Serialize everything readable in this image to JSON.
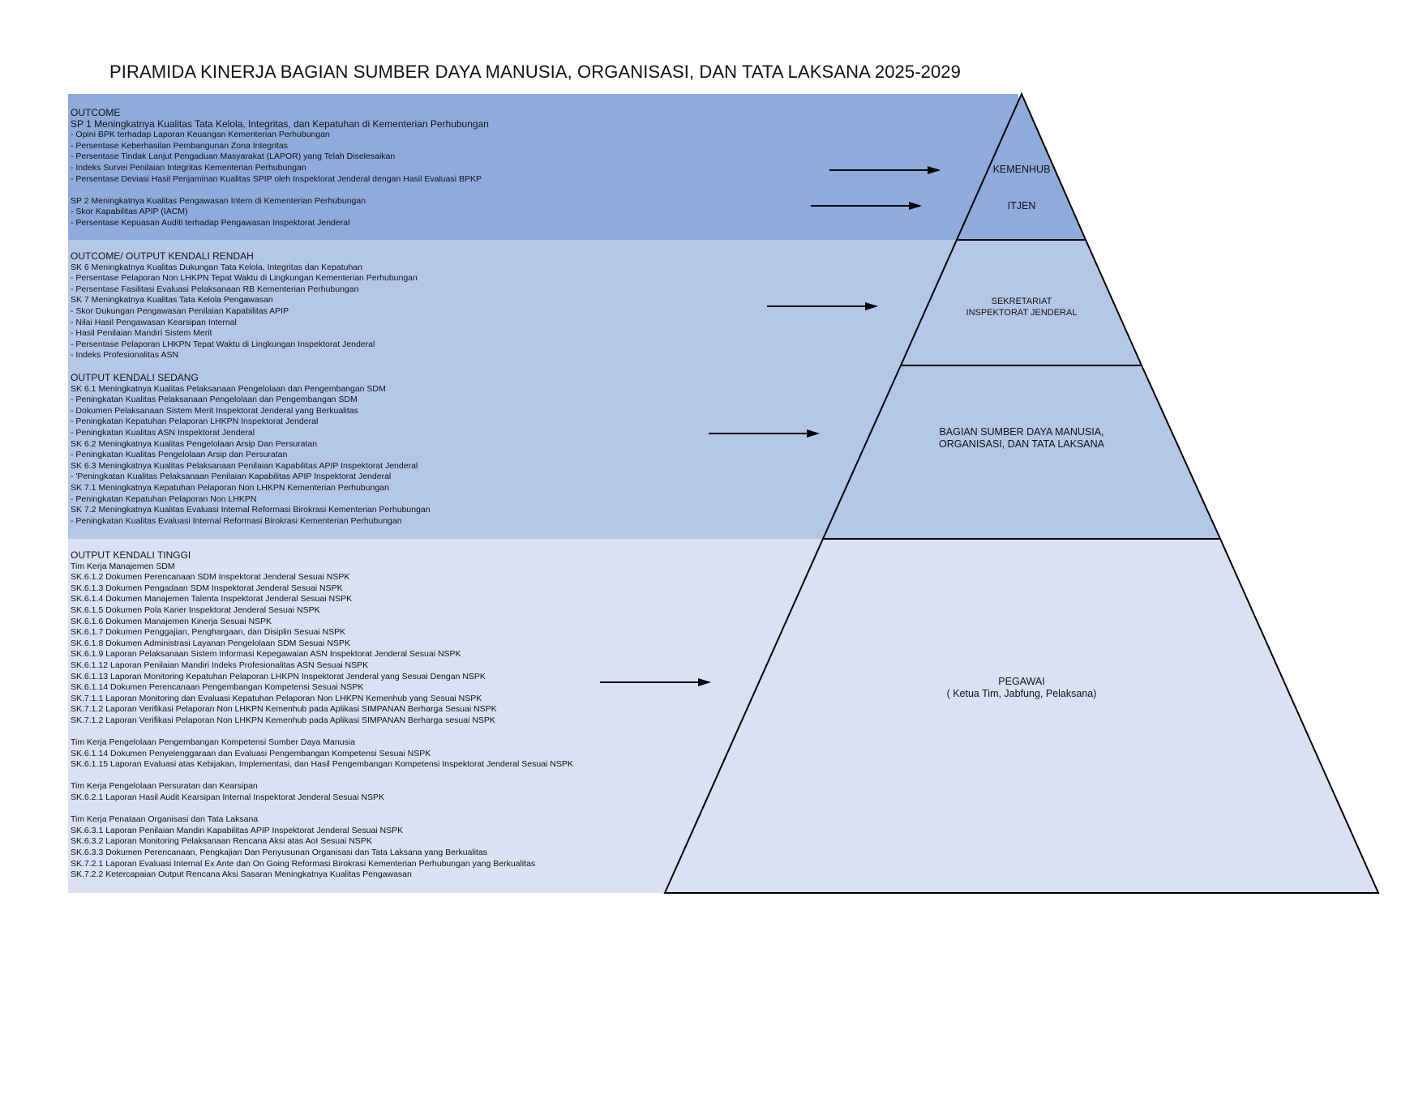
{
  "title": "PIRAMIDA KINERJA BAGIAN SUMBER DAYA MANUSIA, ORGANISASI, DAN TATA LAKSANA 2025-2029",
  "colors": {
    "band_outcome": "#8eabdc",
    "band_mid": "#b4c7e7",
    "band_low": "#dae1f3",
    "line": "#000000"
  },
  "pyramid": {
    "kemenhub": "KEMENHUB",
    "itjen": "ITJEN",
    "sekretariat_1": "SEKRETARIAT",
    "sekretariat_2": "INSPEKTORAT JENDERAL",
    "bagian_1": "BAGIAN SUMBER DAYA MANUSIA,",
    "bagian_2": "ORGANISASI, DAN TATA LAKSANA",
    "pegawai_1": "PEGAWAI",
    "pegawai_2": "( Ketua Tim, Jabfung, Pelaksana)"
  },
  "outcome": {
    "heading": "OUTCOME",
    "sp1": "SP 1 Meningkatnya Kualitas Tata Kelola, Integritas, dan Kepatuhan di Kementerian Perhubungan",
    "sp1_items": [
      "- Opini BPK terhadap Laporan Keuangan Kementerian Perhubungan",
      "- Persentase Keberhasilan Pembangunan Zona Integritas",
      "- Persentase Tindak Lanjut Pengaduan Masyarakat (LAPOR) yang Telah Diselesaikan",
      "- Indeks Survei Penilaian Integritas Kementerian Perhubungan",
      "- Persentase Deviasi Hasil Penjaminan Kualitas SPIP oleh Inspektorat Jenderal dengan Hasil Evaluasi BPKP"
    ],
    "sp2": "SP 2 Meningkatnya Kualitas Pengawasan Intern di Kementerian Perhubungan",
    "sp2_items": [
      "- Skor Kapabilitas APIP (IACM)",
      "- Persentase Kepuasan Auditi terhadap Pengawasan Inspektorat Jenderal"
    ]
  },
  "rendah": {
    "heading": "OUTCOME/ OUTPUT  KENDALI RENDAH",
    "lines": [
      "SK 6  Meningkatnya Kualitas Dukungan Tata Kelola, Integritas dan Kepatuhan",
      "- Persentase Pelaporan Non LHKPN Tepat Waktu di Lingkungan Kementerian Perhubungan",
      "- Persentase Fasilitasi Evaluasi Pelaksanaan RB Kementerian Perhubungan",
      "SK 7  Meningkatnya Kualitas Tata Kelola Pengawasan",
      "- Skor Dukungan Pengawasan Penilaian Kapabilitas APIP",
      "- Nilai Hasil Pengawasan Kearsipan Internal",
      "- Hasil Penilaian Mandiri Sistem Merit",
      "- Persentase Pelaporan LHKPN Tepat Waktu di Lingkungan Inspektorat Jenderal",
      "- Indeks Profesionalitas ASN"
    ]
  },
  "sedang": {
    "heading": "OUTPUT  KENDALI SEDANG",
    "lines": [
      "SK 6.1 Meningkatnya Kualitas Pelaksanaan Pengelolaan dan Pengembangan SDM",
      "- Peningkatan Kualitas Pelaksanaan Pengelolaan dan Pengembangan SDM",
      "- Dokumen Pelaksanaan Sistem Merit Inspektorat Jenderal yang Berkualitas",
      "- Peningkatan Kepatuhan Pelaporan LHKPN Inspektorat Jenderal",
      "- Peningkatan Kualitas ASN Inspektorat Jenderal",
      "SK 6.2 Meningkatnya Kualitas Pengelolaan Arsip Dan Persuratan",
      "- Peningkatan Kualitas Pengelolaan Arsip dan Persuratan",
      "SK 6.3 Meningkatnya Kualitas Pelaksanaan Penilaian Kapabilitas APIP Inspektorat Jenderal",
      "- 'Peningkatan Kualitas Pelaksanaan Penilaian Kapabilitas APIP Inspektorat Jenderal",
      "SK 7.1 Meningkatnya Kepatuhan Pelaporan Non LHKPN Kementerian Perhubungan",
      "- Peningkatan Kepatuhan Pelaporan Non LHKPN",
      "SK 7.2 Meningkatnya Kualitas Evaluasi Internal Reformasi Birokrasi Kementerian Perhubungan",
      "- Peningkatan Kualitas Evaluasi Internal Reformasi Birokrasi Kementerian Perhubungan"
    ]
  },
  "tinggi": {
    "heading": "OUTPUT  KENDALI TINGGI",
    "g1_title": "Tim Kerja Manajemen SDM",
    "g1": [
      "SK.6.1.2 Dokumen Perencanaan SDM Inspektorat Jenderal Sesuai NSPK",
      "SK.6.1.3 Dokumen Pengadaan SDM Inspektorat Jenderal Sesuai NSPK",
      "SK.6.1.4 Dokumen Manajemen Talenta Inspektorat Jenderal Sesuai NSPK",
      "SK.6.1.5 Dokumen Pola Karier Inspektorat Jenderal Sesuai NSPK",
      "SK.6.1.6 Dokumen Manajemen Kinerja Sesuai NSPK",
      "SK.6.1.7 Dokumen Penggajian, Penghargaan, dan Disiplin Sesuai NSPK",
      "SK.6.1.8 Dokumen Administrasi Layanan Pengelolaan SDM Sesuai NSPK",
      "SK.6.1.9 Laporan Pelaksanaan Sistem Informasi Kepegawaian ASN Inspektorat Jenderal Sesuai NSPK",
      "SK.6.1.12 Laporan Penilaian Mandiri Indeks Profesionalitas ASN Sesuai NSPK",
      "SK.6.1.13 Laporan Monitoring Kepatuhan Pelaporan LHKPN Inspektorat Jenderal yang Sesuai Dengan NSPK",
      "SK.6.1.14 Dokumen Perencanaan Pengembangan Kompetensi Sesuai NSPK",
      "SK.7.1.1 Laporan Monitoring dan Evaluasi Kepatuhan Pelaporan Non LHKPN Kemenhub yang Sesuai NSPK",
      "SK.7.1.2 Laporan Verifikasi Pelaporan Non LHKPN Kemenhub pada Aplikasi SIMPANAN Berharga Sesuai NSPK",
      "SK.7.1.2 Laporan Verifikasi Pelaporan Non LHKPN Kemenhub pada Aplikasi SIMPANAN Berharga sesuai NSPK"
    ],
    "g2_title": "Tim Kerja Pengelolaan Pengembangan Kompetensi Sumber Daya Manusia",
    "g2": [
      "SK.6.1.14 Dokumen Penyelenggaraan dan Evaluasi Pengembangan Kompetensi Sesuai NSPK",
      "SK.6.1.15 Laporan Evaluasi atas Kebijakan, Implementasi, dan Hasil Pengembangan Kompetensi Inspektorat Jenderal Sesuai NSPK"
    ],
    "g3_title": "Tim Kerja Pengelolaan Persuratan dan Kearsipan",
    "g3": [
      "SK.6.2.1 Laporan Hasil Audit Kearsipan Internal Inspektorat Jenderal Sesuai NSPK"
    ],
    "g4_title": "Tim Kerja Penataan Organisasi dan Tata Laksana",
    "g4": [
      "SK.6.3.1 Laporan Penilaian Mandiri Kapabilitas APIP Inspektorat Jenderal Sesuai NSPK",
      "SK.6.3.2 Laporan Monitoring Pelaksanaan Rencana Aksi atas AoI Sesuai NSPK",
      "SK.6.3.3 Dokumen Perencanaan, Pengkajian Dan Penyusunan Organisasi dan Tata Laksana yang Berkualitas",
      "SK.7.2.1 Laporan Evaluasi Internal Ex Ante  dan On Going  Reformasi Birokrasi Kementerian Perhubungan yang Berkualitas",
      "SK.7.2.2 Ketercapaian Output  Rencana Aksi Sasaran Meningkatnya Kualitas Pengawasan"
    ]
  }
}
